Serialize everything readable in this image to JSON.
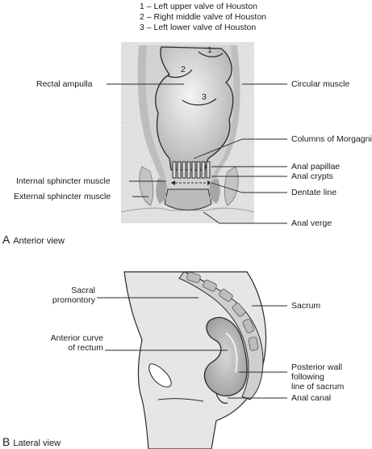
{
  "legend": [
    "1 – Left upper valve of Houston",
    "2 – Right middle valve of Houston",
    "3 – Left lower valve of Houston"
  ],
  "panel_a": {
    "letter": "A",
    "caption": "Anterior view",
    "numbers": [
      "1",
      "2",
      "3"
    ],
    "labels": {
      "rectal_ampulla": "Rectal ampulla",
      "internal_sphincter": "Internal sphincter muscle",
      "external_sphincter": "External sphincter muscle",
      "circular_muscle": "Circular muscle",
      "columns_of_morgagni": "Columns of Morgagni",
      "anal_papillae": "Anal papillae",
      "anal_crypts": "Anal crypts",
      "dentate_line": "Dentate line",
      "anal_verge": "Anal verge"
    }
  },
  "panel_b": {
    "letter": "B",
    "caption": "Lateral view",
    "labels": {
      "sacral_promontory": "Sacral\npromontory",
      "anterior_curve": "Anterior curve\nof rectum",
      "sacrum": "Sacrum",
      "posterior_wall": "Posterior wall following\nline of sacrum",
      "anal_canal": "Anal canal"
    }
  }
}
